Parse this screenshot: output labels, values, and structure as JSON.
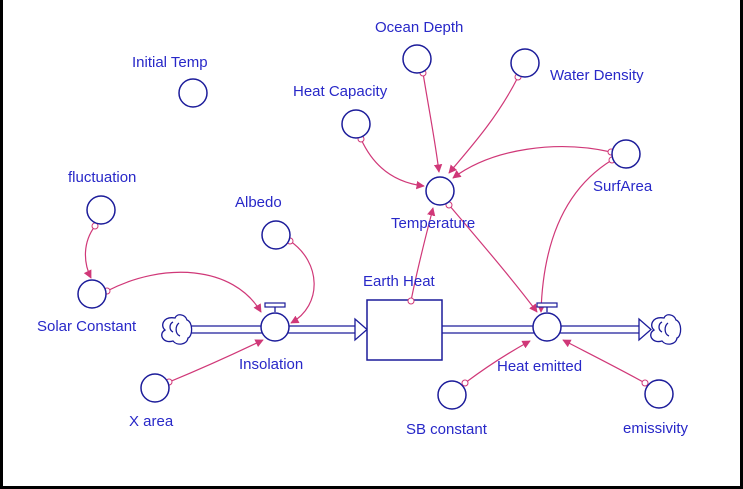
{
  "model": {
    "stocks": [
      {
        "id": "earth_heat",
        "label": "Earth Heat"
      }
    ],
    "flows": [
      {
        "id": "insolation",
        "label": "Insolation"
      },
      {
        "id": "heat_emitted",
        "label": "Heat emitted"
      }
    ],
    "converters": [
      {
        "id": "initial_temp",
        "label": "Initial Temp"
      },
      {
        "id": "ocean_depth",
        "label": "Ocean Depth"
      },
      {
        "id": "water_density",
        "label": "Water Density"
      },
      {
        "id": "heat_capacity",
        "label": "Heat Capacity"
      },
      {
        "id": "surf_area",
        "label": "SurfArea"
      },
      {
        "id": "temperature",
        "label": "Temperature"
      },
      {
        "id": "fluctuation",
        "label": "fluctuation"
      },
      {
        "id": "albedo",
        "label": "Albedo"
      },
      {
        "id": "solar_constant",
        "label": "Solar Constant"
      },
      {
        "id": "x_area",
        "label": "X area"
      },
      {
        "id": "sb_constant",
        "label": "SB constant"
      },
      {
        "id": "emissivity",
        "label": "emissivity"
      }
    ]
  },
  "colors": {
    "label": "#2828c8",
    "node_outline": "#1c1c9a",
    "connector": "#d03878",
    "background": "#ffffff",
    "frame": "#000000"
  }
}
